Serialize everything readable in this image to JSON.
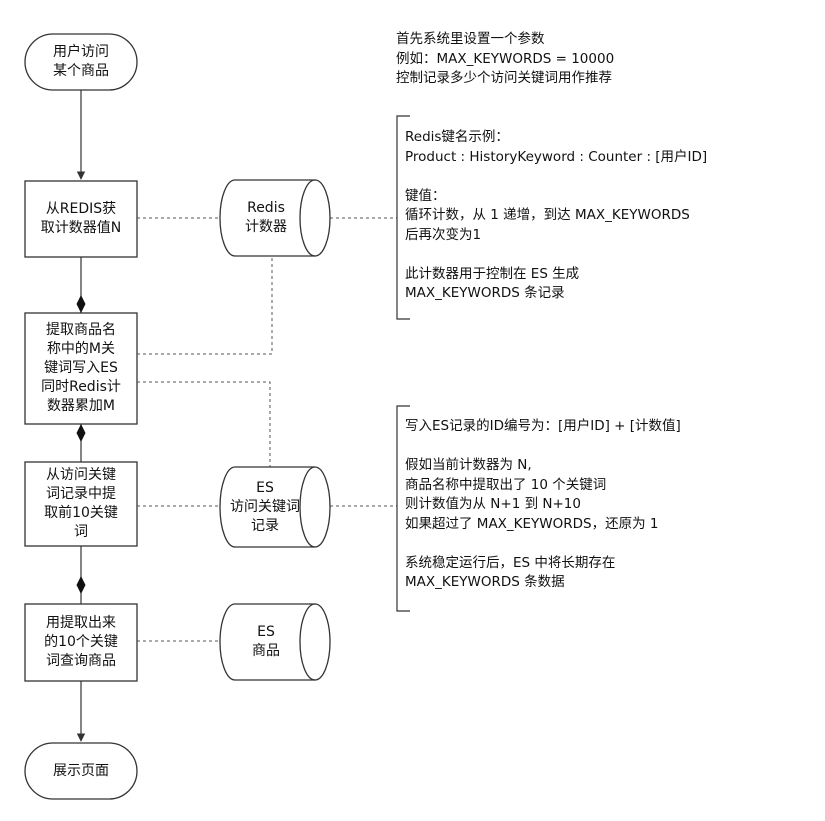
{
  "colors": {
    "stroke": "#333333",
    "arrow": "#333333",
    "text": "#111111",
    "background": "#ffffff"
  },
  "flow": {
    "start": "用户访问\n某个商品",
    "step1": "从REDIS获\n取计数器值N",
    "step2": "提取商品名\n称中的M关\n键词写入ES\n同时Redis计\n数器累加M",
    "step3": "从访问关键\n词记录中提\n取前10关键\n词",
    "step4": "用提取出来\n的10个关键\n词查询商品",
    "end": "展示页面"
  },
  "stores": {
    "redis": "Redis\n计数器",
    "es_keywords": "ES\n访问关键词\n记录",
    "es_products": "ES\n商品"
  },
  "notes": {
    "top": "首先系统里设置一个参数\n例如：MAX_KEYWORDS = 10000\n控制记录多少个访问关键词用作推荐",
    "redis": "Redis键名示例：\nProduct : HistoryKeyword : Counter : [用户ID]\n\n键值：\n循环计数，从 1 递增，到达 MAX_KEYWORDS\n后再次变为1\n\n此计数器用于控制在 ES 生成\nMAX_KEYWORDS 条记录",
    "es": "写入ES记录的ID编号为：[用户ID] + [计数值]\n\n假如当前计数器为 N,\n商品名称中提取出了 10 个关键词\n则计数值为从 N+1  到 N+10\n如果超过了 MAX_KEYWORDS，还原为 1\n\n系统稳定运行后，ES 中将长期存在\nMAX_KEYWORDS 条数据"
  }
}
